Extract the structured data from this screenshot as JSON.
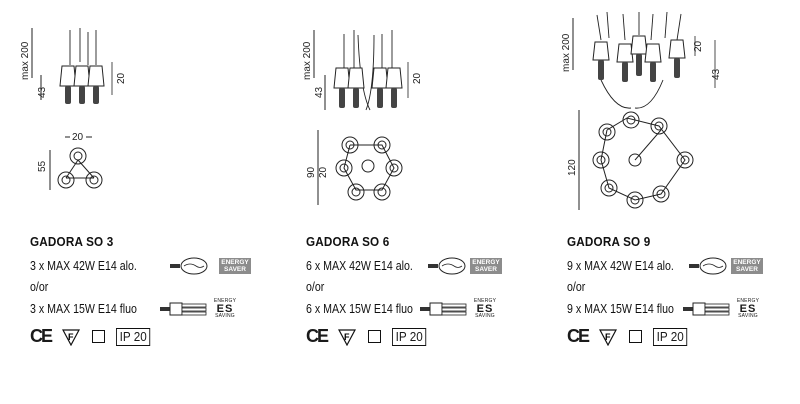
{
  "products": [
    {
      "name": "GADORA SO 3",
      "dims": {
        "max_height": "max 200",
        "body_height": "43",
        "width_side": "20",
        "top_width": "20",
        "plan_depth": "55"
      },
      "spec_halogen": "3 x MAX 42W E14 alo.",
      "or": "o/or",
      "spec_fluo": "3 x MAX 15W E14 fluo",
      "bulbs": 3
    },
    {
      "name": "GADORA SO 6",
      "dims": {
        "max_height": "max 200",
        "body_height": "43",
        "width_side": "20",
        "plan_depth": "90",
        "plan_inner": "20"
      },
      "spec_halogen": "6 x MAX 42W E14 alo.",
      "or": "o/or",
      "spec_fluo": "6 x MAX 15W E14 fluo",
      "bulbs": 6
    },
    {
      "name": "GADORA SO 9",
      "dims": {
        "max_height": "max 200",
        "body_height": "43",
        "width_side": "20",
        "plan_depth": "120"
      },
      "spec_halogen": "9 x MAX 42W E14 alo.",
      "or": "o/or",
      "spec_fluo": "9 x MAX 15W E14 fluo",
      "bulbs": 9
    }
  ],
  "badges": {
    "energy_saver_line1": "ENERGY",
    "energy_saver_line2": "SAVER",
    "es_top": "ENERGY",
    "es_mid": "ES",
    "es_bottom": "SAVING"
  },
  "marks": {
    "ce": "CE",
    "f": "F",
    "ip": "IP 20"
  },
  "icons": [
    "halogen-bulb-icon",
    "fluo-bulb-icon",
    "ce-mark-icon",
    "f-mark-icon",
    "class-ii-square-icon"
  ]
}
